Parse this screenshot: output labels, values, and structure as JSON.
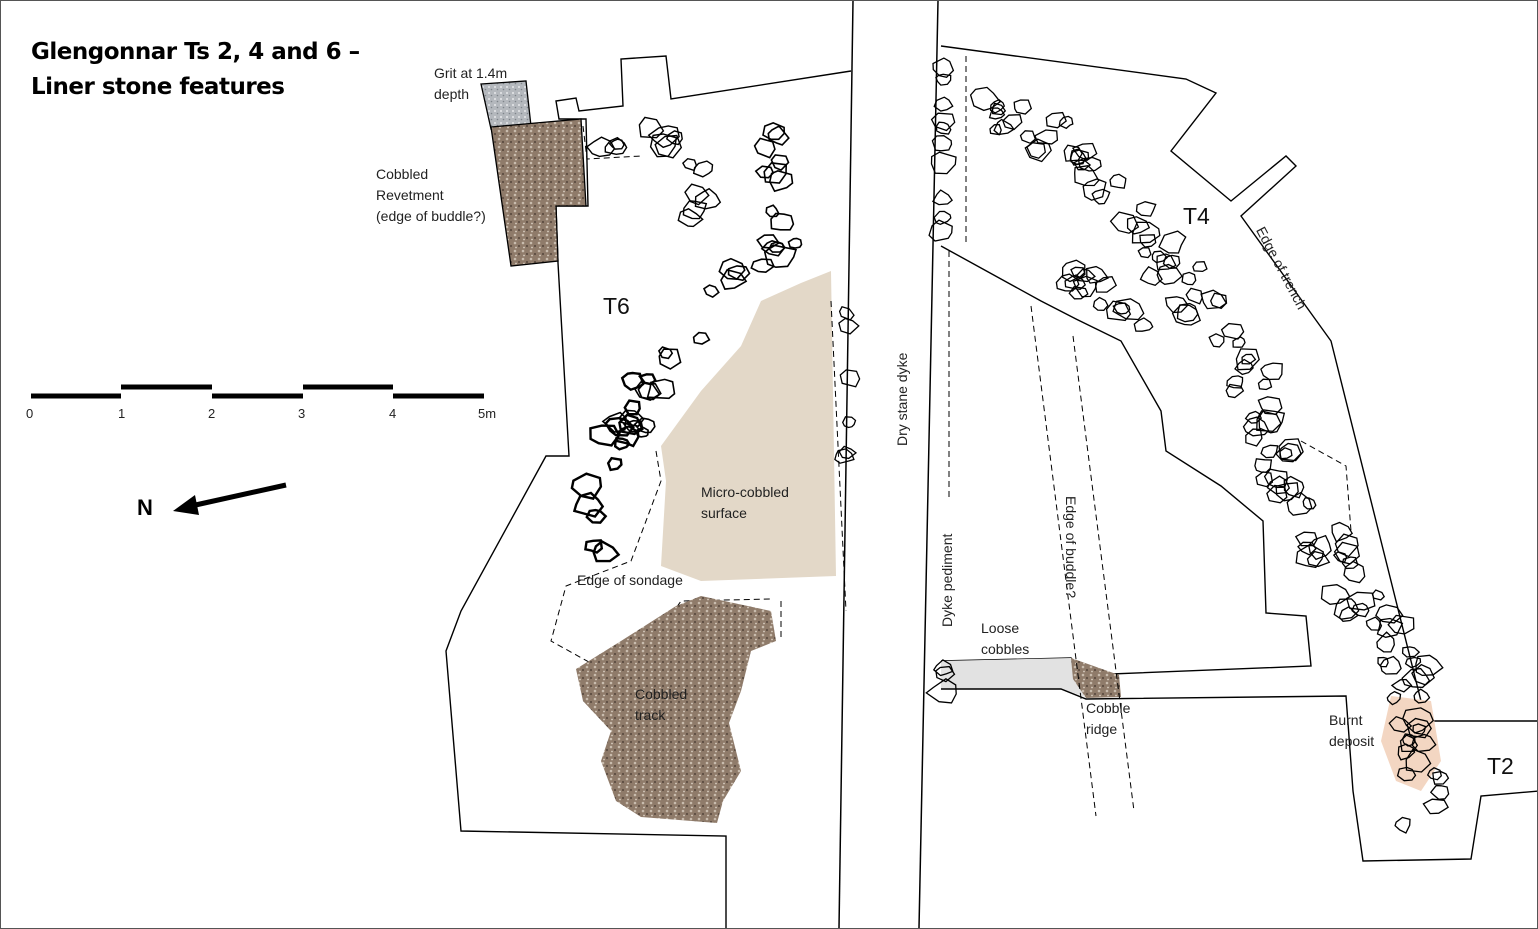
{
  "title": {
    "line1": "Glengonnar Ts 2, 4 and 6 –",
    "line2": "Liner stone features"
  },
  "trenches": {
    "t6": "T6",
    "t4": "T4",
    "t2": "T2"
  },
  "labels": {
    "grit_1": "Grit at 1.4m",
    "grit_2": "depth",
    "revet_1": "Cobbled",
    "revet_2": "Revetment",
    "revet_3": "(edge of buddle?)",
    "micro_1": "Micro-cobbled",
    "micro_2": "surface",
    "sondage": "Edge of sondage",
    "track_1": "Cobbled",
    "track_2": "track",
    "dyke": "Dry stane dyke",
    "pediment": "Dyke pediment",
    "edge_buddle": "Edge of buddle?",
    "edge_trench": "Edge of trench",
    "loose_1": "Loose",
    "loose_2": "cobbles",
    "ridge_1": "Cobble",
    "ridge_2": "ridge",
    "burnt_1": "Burnt",
    "burnt_2": "deposit"
  },
  "scale": {
    "ticks": [
      "0",
      "1",
      "2",
      "3",
      "4",
      "5m"
    ]
  },
  "north": {
    "label": "N"
  },
  "colors": {
    "cobbled": "#8f7b6a",
    "grit": "#b4b8bd",
    "micro": "#e3d8c8",
    "burnt": "#f3d6c2",
    "loose": "#e2e2e2"
  }
}
